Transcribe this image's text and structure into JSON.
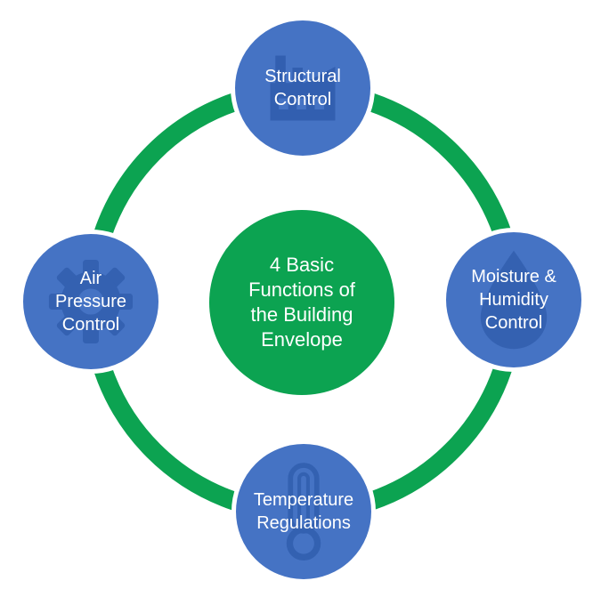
{
  "diagram": {
    "background": "#ffffff",
    "colors": {
      "ring_green": "#0ca351",
      "center_green": "#0ca351",
      "node_blue": "#4573c4",
      "icon_blue": "#1f4c9c",
      "text_white": "#ffffff"
    },
    "center": {
      "label": "4 Basic Functions of the Building Envelope",
      "lines": [
        "4 Basic",
        "Functions of",
        "the Building",
        "Envelope"
      ]
    },
    "nodes": [
      {
        "id": "structural-control",
        "position": "top",
        "label": "Structural Control",
        "lines": [
          "Structural",
          "Control"
        ],
        "icon": "factory-icon"
      },
      {
        "id": "moisture-humidity-control",
        "position": "right",
        "label": "Moisture & Humidity Control",
        "lines": [
          "Moisture &",
          "Humidity",
          "Control"
        ],
        "icon": "droplet-icon"
      },
      {
        "id": "temperature-regulations",
        "position": "bottom",
        "label": "Temperature Regulations",
        "lines": [
          "Temperature",
          "Regulations"
        ],
        "icon": "thermometer-icon"
      },
      {
        "id": "air-pressure-control",
        "position": "left",
        "label": "Air Pressure Control",
        "lines": [
          "Air",
          "Pressure",
          "Control"
        ],
        "icon": "gear-icon"
      }
    ]
  }
}
